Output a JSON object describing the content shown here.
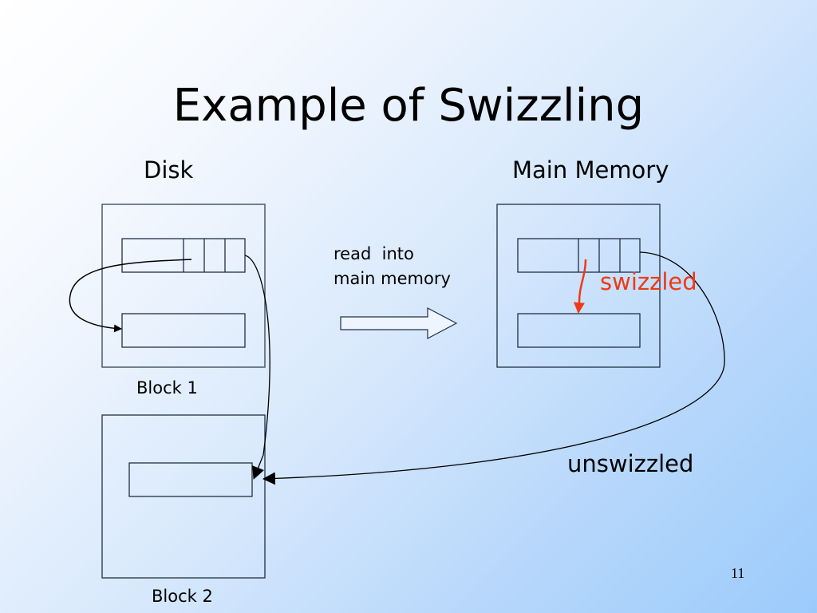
{
  "slide": {
    "title": "Example of Swizzling",
    "page_number": "11"
  },
  "disk": {
    "label": "Disk",
    "block1_label": "Block 1",
    "block2_label": "Block 2"
  },
  "main_memory": {
    "label": "Main Memory"
  },
  "transfer": {
    "line1": "read  into",
    "line2": "main memory"
  },
  "pointers": {
    "swizzled_label": "swizzled",
    "unswizzled_label": "unswizzled"
  },
  "colors": {
    "swizzled": "#ee3a14",
    "outline": "#1f2f45"
  }
}
